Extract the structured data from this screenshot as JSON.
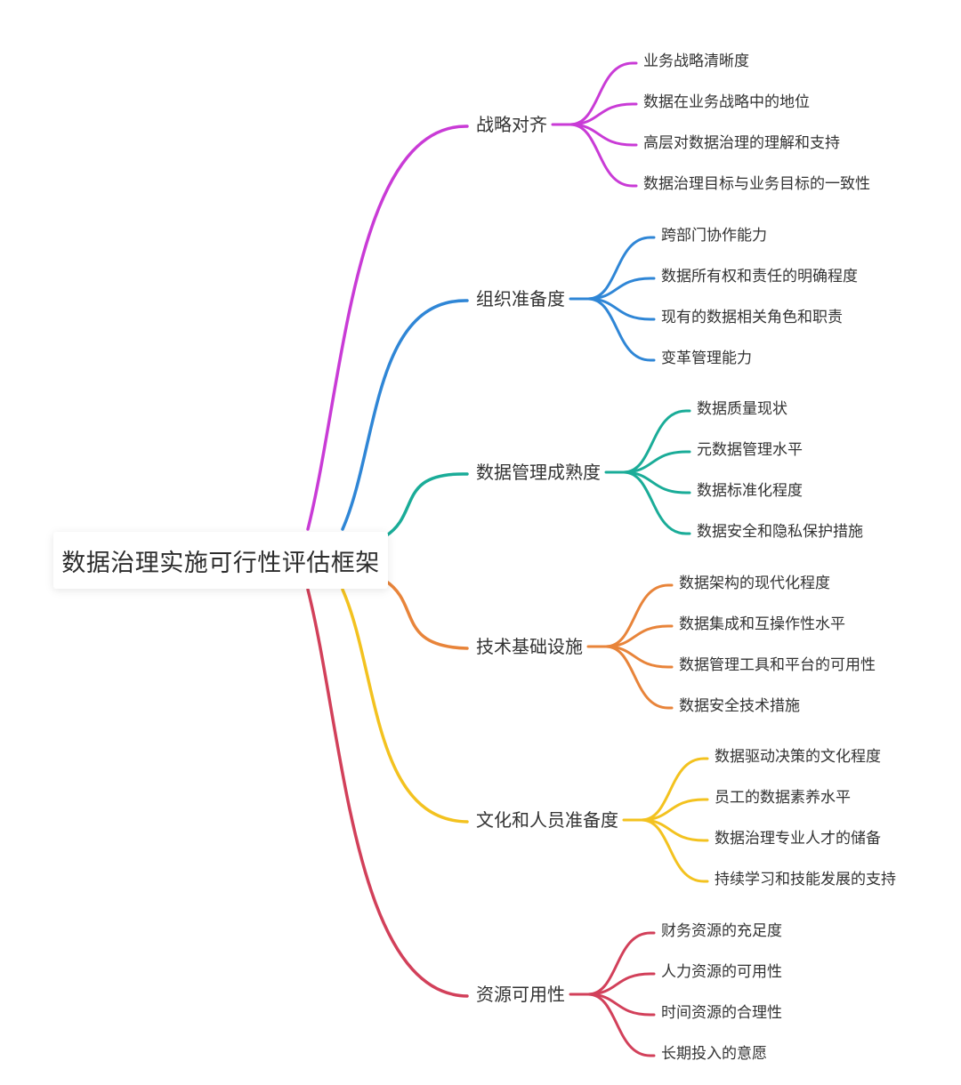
{
  "root": {
    "label": "数据治理实施可行性评估框架"
  },
  "branches": [
    {
      "label": "战略对齐",
      "color": "#c93bd6",
      "children": [
        "业务战略清晰度",
        "数据在业务战略中的地位",
        "高层对数据治理的理解和支持",
        "数据治理目标与业务目标的一致性"
      ]
    },
    {
      "label": "组织准备度",
      "color": "#2f86d6",
      "children": [
        "跨部门协作能力",
        "数据所有权和责任的明确程度",
        "现有的数据相关角色和职责",
        "变革管理能力"
      ]
    },
    {
      "label": "数据管理成熟度",
      "color": "#1aac98",
      "children": [
        "数据质量现状",
        "元数据管理水平",
        "数据标准化程度",
        "数据安全和隐私保护措施"
      ]
    },
    {
      "label": "技术基础设施",
      "color": "#e8843a",
      "children": [
        "数据架构的现代化程度",
        "数据集成和互操作性水平",
        "数据管理工具和平台的可用性",
        "数据安全技术措施"
      ]
    },
    {
      "label": "文化和人员准备度",
      "color": "#f3c21f",
      "children": [
        "数据驱动决策的文化程度",
        "员工的数据素养水平",
        "数据治理专业人才的储备",
        "持续学习和技能发展的支持"
      ]
    },
    {
      "label": "资源可用性",
      "color": "#d2405a",
      "children": [
        "财务资源的充足度",
        "人力资源的可用性",
        "时间资源的合理性",
        "长期投入的意愿"
      ]
    }
  ]
}
